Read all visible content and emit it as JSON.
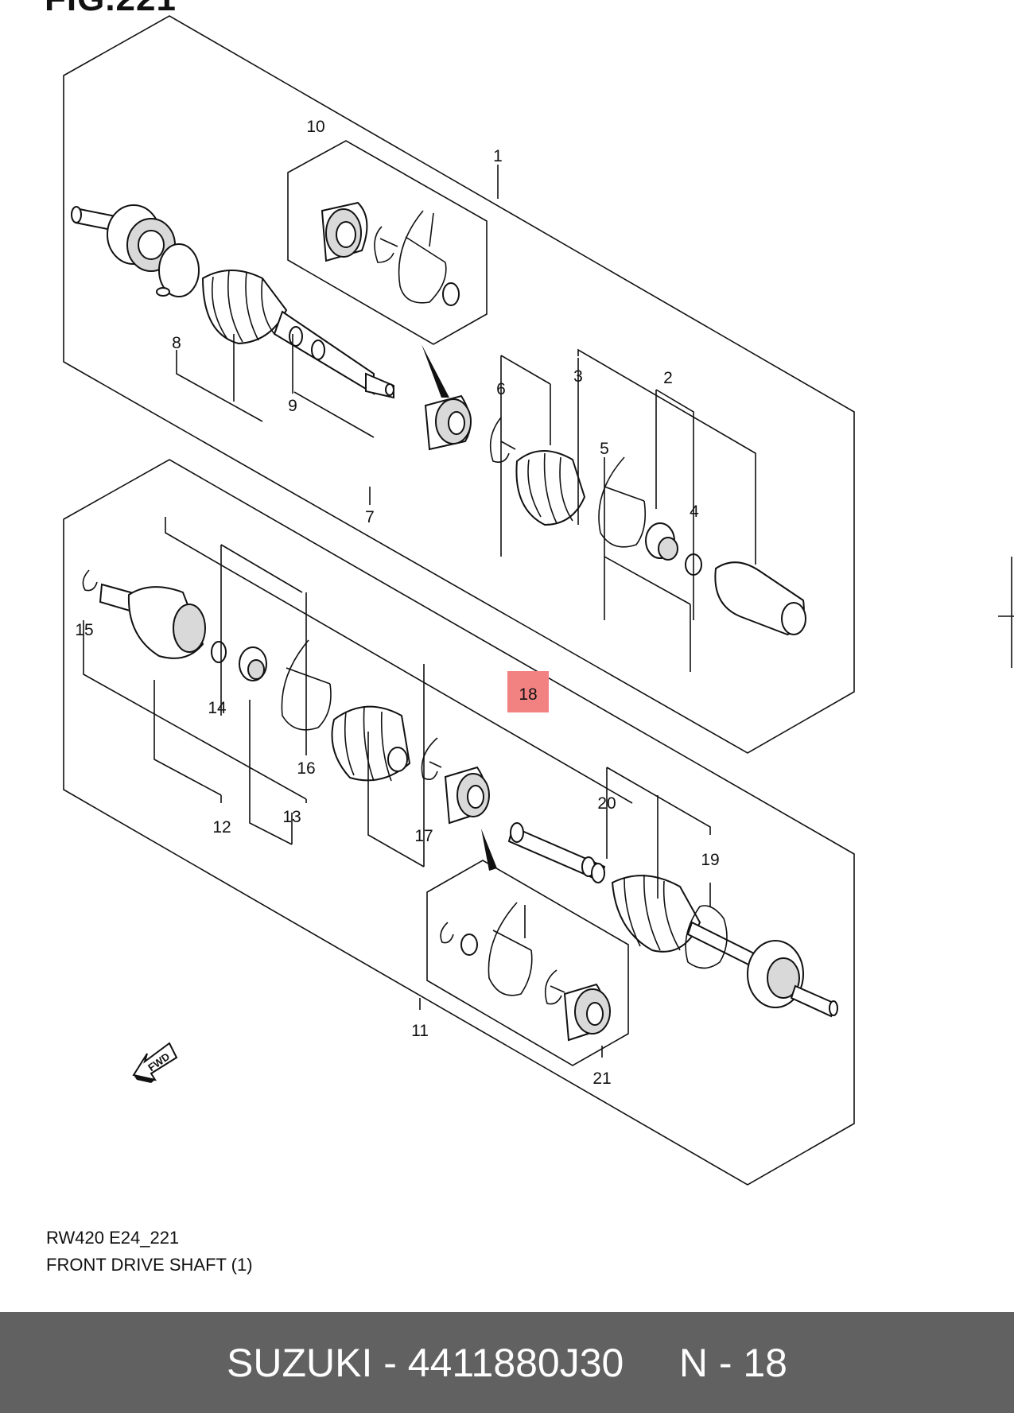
{
  "figure": {
    "title": "FIG.221",
    "code": "RW420 E24_221",
    "name": "FRONT DRIVE SHAFT (1)",
    "direction_label": "FWD"
  },
  "callouts": [
    "1",
    "2",
    "3",
    "4",
    "5",
    "6",
    "7",
    "8",
    "9",
    "10",
    "11",
    "12",
    "13",
    "14",
    "15",
    "16",
    "17",
    "18",
    "19",
    "20",
    "21"
  ],
  "highlighted_callout": "18",
  "highlight_color": "#f28282",
  "footer": {
    "brand": "SUZUKI",
    "part_number": "4411880J30",
    "page_ref": "N - 18",
    "text": "SUZUKI - 4411880J30     N - 18"
  }
}
